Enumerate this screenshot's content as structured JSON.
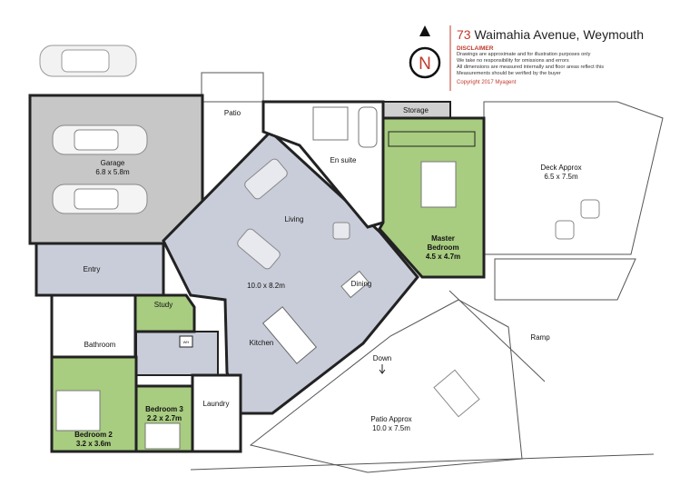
{
  "header": {
    "address_number": "73",
    "address_rest": "Waimahia Avenue, Weymouth",
    "disclaimer_title": "DISCLAIMER",
    "disclaimer_lines": [
      "Drawings are approximate and for illustration purposes only",
      "We take no responsibility for omissions and errors",
      "All dimensions are measured internally and floor areas reflect this",
      "Measurements should be verified by the buyer"
    ],
    "copyright": "Copyright 2017   Myagent"
  },
  "compass": {
    "letter": "N"
  },
  "rooms": {
    "garage": {
      "name": "Garage",
      "dims": "6.8 x 5.8m"
    },
    "patio": {
      "name": "Patio"
    },
    "storage": {
      "name": "Storage"
    },
    "ensuite": {
      "name": "En suite"
    },
    "living": {
      "name": "Living",
      "dims": "10.0 x 8.2m"
    },
    "master": {
      "name": "Master",
      "name2": "Bedroom",
      "dims": "4.5 x 4.7m"
    },
    "deck": {
      "name": "Deck Approx",
      "dims": "6.5 x 7.5m"
    },
    "entry": {
      "name": "Entry"
    },
    "dining": {
      "name": "Dining"
    },
    "study": {
      "name": "Study"
    },
    "bathroom": {
      "name": "Bathroom"
    },
    "kitchen": {
      "name": "Kitchen"
    },
    "bedroom2": {
      "name": "Bedroom 2",
      "dims": "3.2 x 3.6m"
    },
    "bedroom3": {
      "name": "Bedroom 3",
      "dims": "2.2 x 2.7m"
    },
    "laundry": {
      "name": "Laundry"
    },
    "ramp": {
      "name": "Ramp"
    },
    "patio_big": {
      "name": "Patio Approx",
      "dims": "10.0 x 7.5m"
    },
    "down": {
      "name": "Down"
    },
    "wh": {
      "name": "WH"
    }
  },
  "colors": {
    "wall": "#222222",
    "garage_fill": "#c7c7c7",
    "living_fill": "#c9cdd9",
    "bedroom_fill": "#a8cc80",
    "storage_fill": "#d0d0d0",
    "accent_red": "#c0392b"
  }
}
